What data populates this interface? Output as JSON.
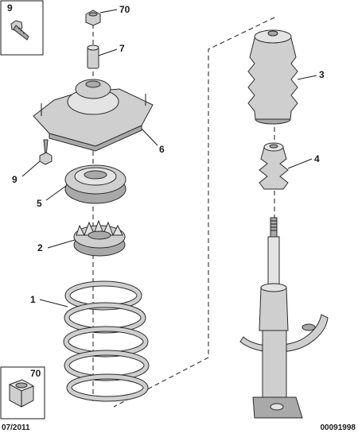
{
  "callouts": [
    {
      "id": "c70",
      "text": "70"
    },
    {
      "id": "c7",
      "text": "7"
    },
    {
      "id": "c3",
      "text": "3"
    },
    {
      "id": "c6",
      "text": "6"
    },
    {
      "id": "c9",
      "text": "9"
    },
    {
      "id": "c4",
      "text": "4"
    },
    {
      "id": "c5",
      "text": "5"
    },
    {
      "id": "c2",
      "text": "2"
    },
    {
      "id": "c1",
      "text": "1"
    }
  ],
  "inset_top_left": {
    "label": "9"
  },
  "inset_bottom_left": {
    "label": "70"
  },
  "footer": {
    "date": "07/2011",
    "reference": "00091998"
  }
}
